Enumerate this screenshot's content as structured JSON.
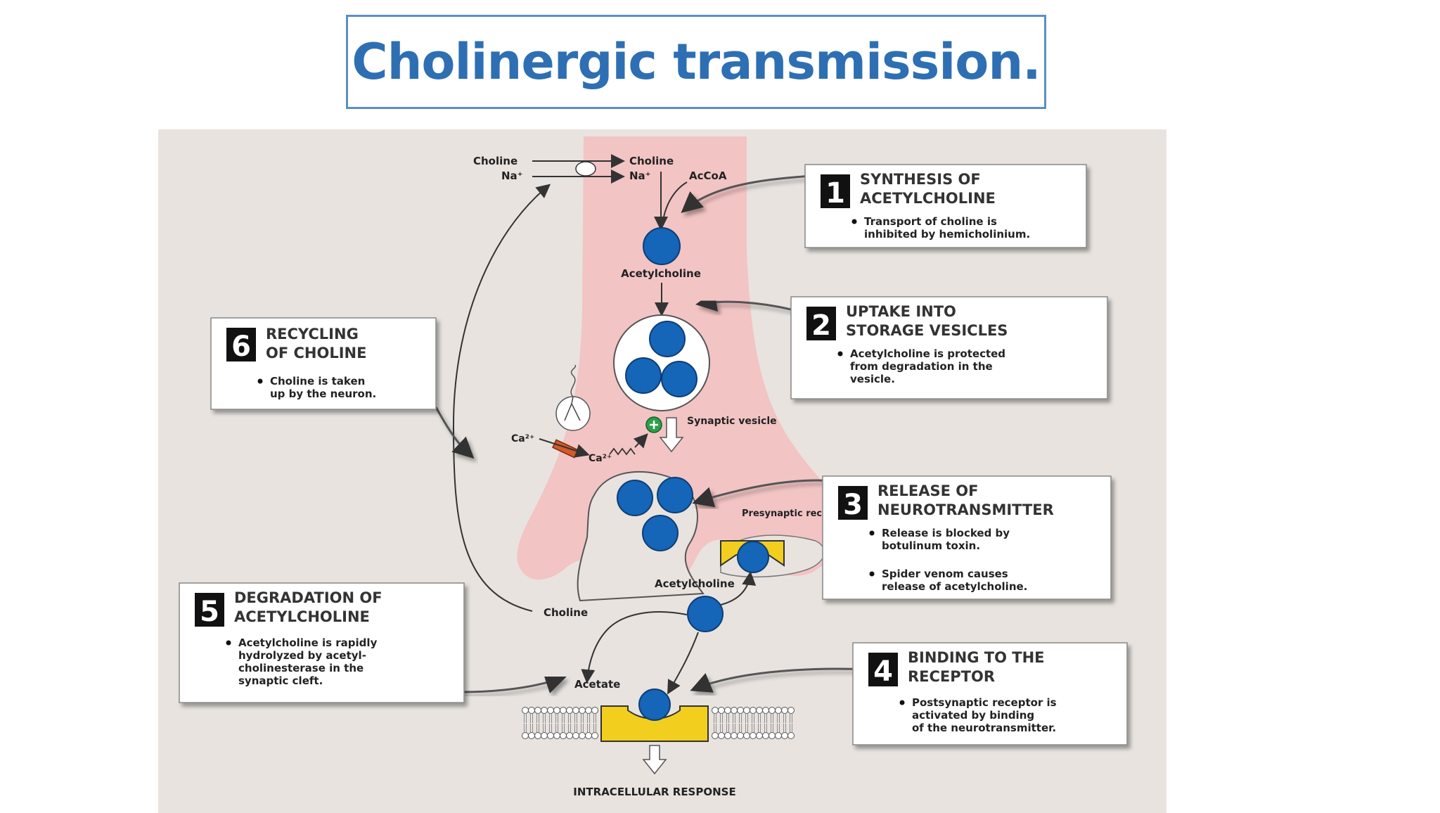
{
  "page": {
    "title": "Cholinergic transmission."
  },
  "diagram": {
    "labels": {
      "choline_left": "Choline",
      "na_left": "Na⁺",
      "choline_right": "Choline",
      "na_right": "Na⁺",
      "accoa": "AcCoA",
      "acetylcholine_top": "Acetylcholine",
      "ca_outer": "Ca²⁺",
      "ca_inner": "Ca²⁺",
      "synaptic_vesicle": "Synaptic vesicle",
      "presynaptic_receptor": "Presynaptic receptor",
      "acetylcholine_cleft": "Acetylcholine",
      "choline_cleft": "Choline",
      "acetate": "Acetate",
      "intracellular_response": "INTRACELLULAR RESPONSE"
    },
    "steps": [
      {
        "number": "1",
        "title": "SYNTHESIS OF ACETYLCHOLINE",
        "bullets": [
          "Transport of choline is inhibited by hemicholinium."
        ]
      },
      {
        "number": "2",
        "title": "UPTAKE INTO STORAGE VESICLES",
        "bullets": [
          "Acetylcholine is protected from degradation in the vesicle."
        ]
      },
      {
        "number": "3",
        "title": "RELEASE OF NEUROTRANSMITTER",
        "bullets": [
          "Release is blocked by botulinum toxin.",
          "Spider venom causes release of acetylcholine."
        ]
      },
      {
        "number": "4",
        "title": "BINDING TO THE RECEPTOR",
        "bullets": [
          "Postsynaptic receptor is activated by binding of the neurotransmitter."
        ]
      },
      {
        "number": "5",
        "title": "DEGRADATION OF ACETYLCHOLINE",
        "bullets": [
          "Acetylcholine is rapidly hydrolyzed by acetyl-cholinesterase in the synaptic cleft."
        ]
      },
      {
        "number": "6",
        "title": "RECYCLING OF CHOLINE",
        "bullets": [
          "Choline is taken up by the neuron."
        ]
      }
    ]
  }
}
